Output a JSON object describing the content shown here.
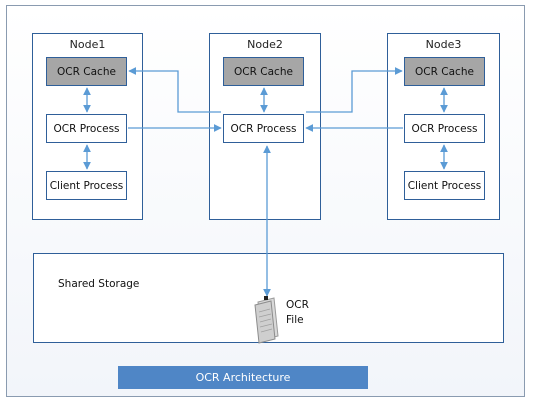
{
  "nodes": [
    {
      "title": "Node1",
      "cache": "OCR Cache",
      "process": "OCR Process",
      "client": "Client Process"
    },
    {
      "title": "Node2",
      "cache": "OCR Cache",
      "process": "OCR Process"
    },
    {
      "title": "Node3",
      "cache": "OCR Cache",
      "process": "OCR Process",
      "client": "Client Process"
    }
  ],
  "storage": {
    "label": "Shared Storage",
    "file_line1": "OCR",
    "file_line2": "File"
  },
  "caption": "OCR Architecture",
  "colors": {
    "line": "#2f5f99",
    "arrow": "#5b9bd5",
    "cache_fill": "#a6a6a6",
    "caption_fill": "#4f86c6"
  }
}
